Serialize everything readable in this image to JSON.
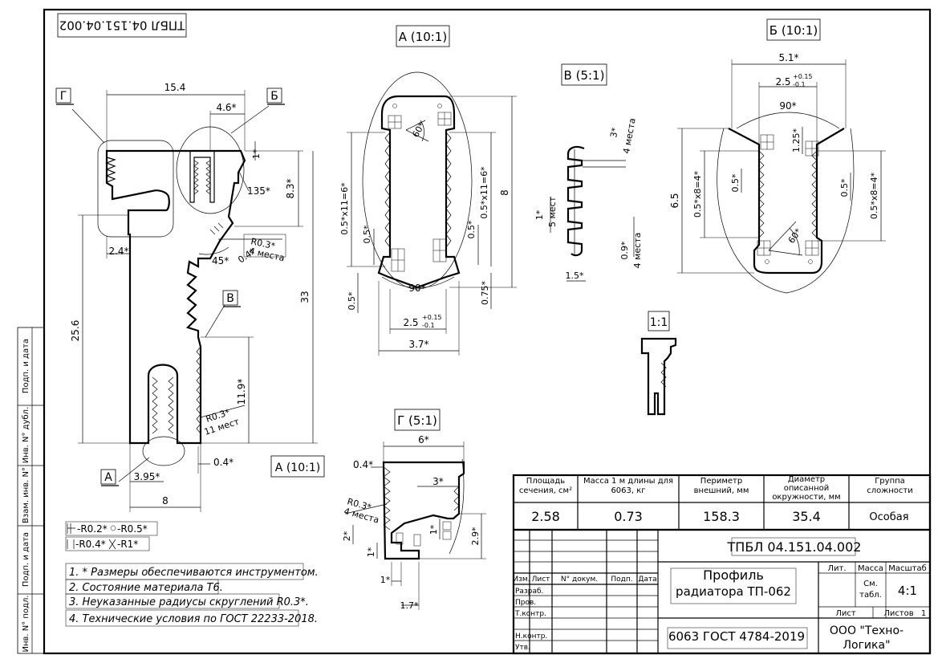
{
  "drawing_number": "ТПБЛ 04.151.04.002",
  "views": {
    "a_detail": "А (10:1)",
    "b_detail": "Б (10:1)",
    "v_detail": "В (5:1)",
    "g_detail": "Г (5:1)",
    "full_scale": "1:1",
    "section_a_label": "А (10:1)",
    "marker_g": "Г",
    "marker_b": "Б",
    "marker_v": "В",
    "marker_a": "А"
  },
  "main_dims": {
    "width_top": "15.4",
    "b_width": "4.6*",
    "one_star": "1*",
    "h_8_3": "8.3*",
    "angle_135": "135*",
    "r03_4": "R0.3*",
    "four_places": "4 места",
    "r04": "0.4*",
    "angle_45": "45*",
    "w_2_4": "2.4*",
    "h_25_6": "25.6",
    "h_33": "33",
    "h_11_9": "11.9*",
    "r03_11": "R0.3*",
    "eleven_places": "11 мест",
    "w_0_4": "0.4*",
    "w_3_95": "3.95*",
    "w_8": "8"
  },
  "a_dims": {
    "pitch_left": "0.5*x11=6*",
    "pitch_right": "0.5*x11=6*",
    "angle_60": "60*",
    "h_8": "8",
    "d_0_5a": "0.5*",
    "d_0_5b": "0.5*",
    "d_0_5c": "0.5*",
    "d_0_75": "0.75*",
    "angle_90": "90*",
    "w_2_5": "2.5",
    "tol_plus": "+0.15",
    "tol_minus": "-0.1",
    "w_3_7": "3.7*"
  },
  "v_dims": {
    "three": "3*",
    "four_places": "4 места",
    "one": "1*",
    "five_places": "5 мест",
    "nine": "0.9*",
    "four_places_b": "4 места",
    "w_1_5": "1.5*"
  },
  "b_dims": {
    "w_5_1": "5.1*",
    "w_2_5": "2.5",
    "tol_plus": "+0.15",
    "tol_minus": "-0.1",
    "angle_90": "90*",
    "h_1_25": "1.25*",
    "h_6_5": "6.5",
    "pitch_left": "0.5*x8=4*",
    "pitch_right": "0.5*x8=4*",
    "d_0_5a": "0.5*",
    "d_0_5b": "0.5*",
    "angle_60": "60*"
  },
  "g_dims": {
    "w_6": "6*",
    "d_0_4": "0.4*",
    "w_3": "3*",
    "r03": "R0.3*",
    "four_places": "4 места",
    "h_2": "2*",
    "h_1a": "1*",
    "h_1b": "1*",
    "h_1c": "1*",
    "h_2_9": "2.9*",
    "w_1_7": "1.7*"
  },
  "roughness": {
    "r02": "-R0.2*",
    "r05": "-R0.5*",
    "r04": "-R0.4*",
    "r1": "-R1*"
  },
  "notes": [
    "1. * Размеры обеспечиваются инструментом.",
    "2. Состояние материала Т6.",
    "3. Неуказанные радиусы скруглений R0.3*.",
    "4. Технические условия по ГОСТ 22233-2018."
  ],
  "side_stamp": {
    "podp_data_1": "Подп. и дата",
    "inv_dubl": "Инв. N° дубл.",
    "vzam_inv": "Взам. инв. N°",
    "podp_data_2": "Подп. и дата",
    "inv_podl": "Инв. N° подл."
  },
  "props": {
    "area_label": "Площадь сечения, см²",
    "mass_label": "Масса 1 м длины для 6063, кг",
    "perimeter_label": "Периметр внешний, мм",
    "diameter_label": "Диаметр описанной окружности, мм",
    "group_label": "Группа сложности",
    "area": "2.58",
    "mass": "0.73",
    "perimeter": "158.3",
    "diameter": "35.4",
    "group": "Особая"
  },
  "title_block": {
    "doc_number": "ТПБЛ 04.151.04.002",
    "col_izm": "Изм.",
    "col_list": "Лист",
    "col_ndokum": "N° докум.",
    "col_podp": "Подп.",
    "col_data": "Дата",
    "row_razrab": "Разраб.",
    "row_prov": "Пров.",
    "row_tkontr": "Т.контр.",
    "row_nkontr": "Н.контр.",
    "row_utv": "Утв.",
    "name_line1": "Профиль",
    "name_line2": "радиатора ТП-062",
    "material": "6063 ГОСТ 4784-2019",
    "lit": "Лит.",
    "massa": "Масса",
    "masshtab": "Масштаб",
    "sm_line1": "См.",
    "sm_line2": "табл.",
    "scale": "4:1",
    "list": "Лист",
    "listov": "Листов",
    "listov_count": "1",
    "company_line1": "ООО \"Техно-",
    "company_line2": "Логика\""
  }
}
